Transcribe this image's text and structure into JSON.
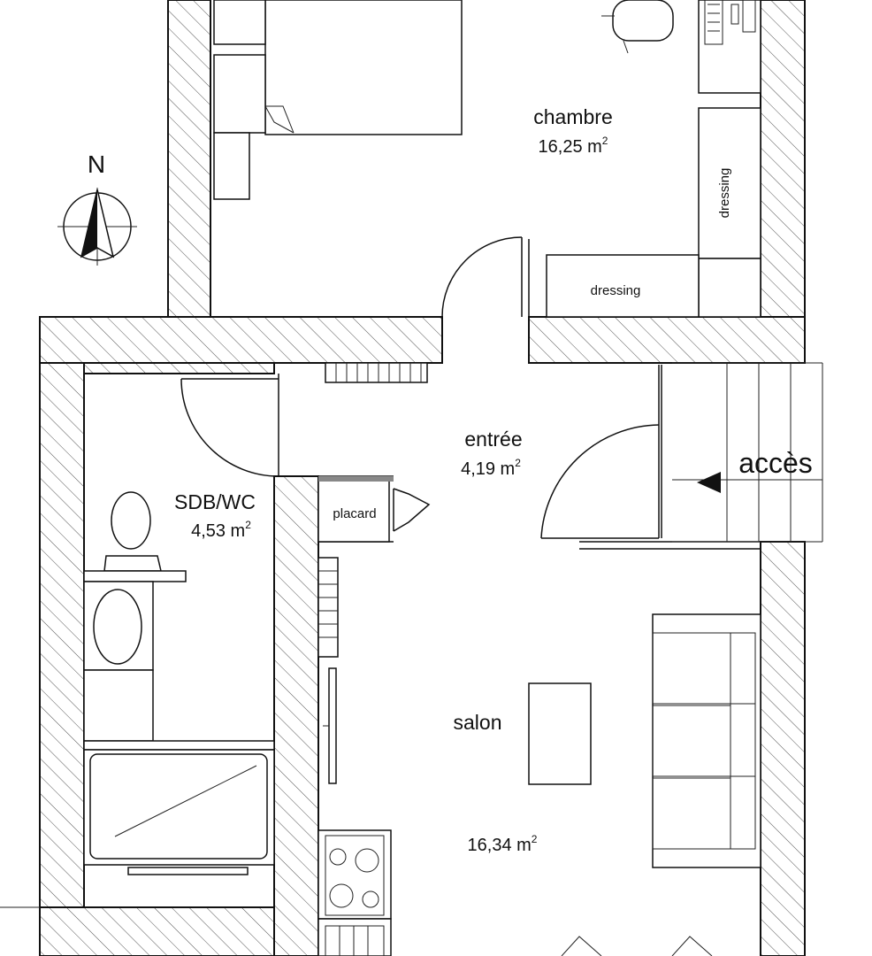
{
  "compass": {
    "label": "N"
  },
  "rooms": {
    "chambre": {
      "name": "chambre",
      "area": "16,25 m",
      "unit_sup": "2"
    },
    "entree": {
      "name": "entrée",
      "area": "4,19 m",
      "unit_sup": "2"
    },
    "sdb": {
      "name": "SDB/WC",
      "area": "4,53 m",
      "unit_sup": "2"
    },
    "salon": {
      "name": "salon",
      "area": "16,34 m",
      "unit_sup": "2"
    }
  },
  "labels": {
    "dressing_vertical": "dressing",
    "dressing_horizontal": "dressing",
    "placard": "placard",
    "acces": "accès"
  }
}
